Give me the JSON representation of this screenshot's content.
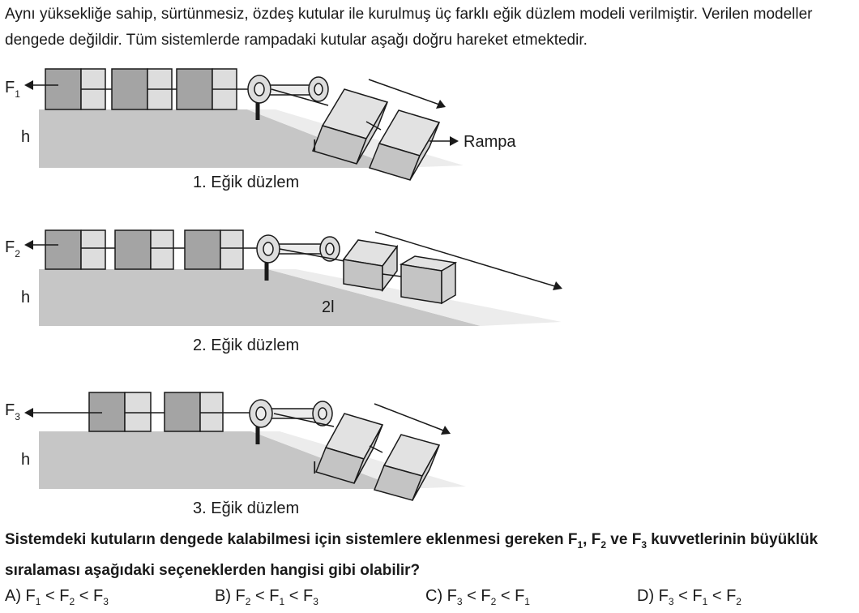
{
  "intro": "Aynı yüksekliğe sahip, sürtünmesiz, özdeş kutular ile kurulmuş üç farklı eğik düzlem modeli verilmiştir. Verilen modeller dengede değildir. Tüm sistemlerde rampadaki kutular aşağı doğru hareket etmektedir.",
  "diagrams": [
    {
      "force_letter": "F",
      "force_index": "1",
      "height_label": "h",
      "length_label": "l",
      "ramp_label": "Rampa",
      "caption": "1. Eğik düzlem"
    },
    {
      "force_letter": "F",
      "force_index": "2",
      "height_label": "h",
      "length_label": "2l",
      "caption": "2. Eğik düzlem"
    },
    {
      "force_letter": "F",
      "force_index": "3",
      "height_label": "h",
      "length_label": "l",
      "caption": "3. Eğik düzlem"
    }
  ],
  "question": {
    "text_before": "Sistemdeki kutuların dengede kalabilmesi için sistemlere eklenmesi gereken F",
    "s1": "1",
    "sep1": ", F",
    "s2": "2",
    "sep2": " ve F",
    "s3": "3",
    "text_after": " kuvvetlerinin büyüklük sıralaması aşağıdaki seçeneklerden hangisi gibi olabilir?"
  },
  "options": [
    {
      "prefix": "A) F",
      "i1": "1",
      "m1": " < F",
      "i2": "2",
      "m2": " < F",
      "i3": "3"
    },
    {
      "prefix": "B) F",
      "i1": "2",
      "m1": " < F",
      "i2": "1",
      "m2": " < F",
      "i3": "3"
    },
    {
      "prefix": "C) F",
      "i1": "3",
      "m1": " < F",
      "i2": "2",
      "m2": " < F",
      "i3": "1"
    },
    {
      "prefix": "D) F",
      "i1": "3",
      "m1": " < F",
      "i2": "1",
      "m2": " < F",
      "i3": "2"
    }
  ],
  "colors": {
    "ground": "#c6c6c6",
    "ramp": "#ececec",
    "box_dark": "#a4a4a4",
    "box_light": "#dddddd",
    "cube_front": "#c4c4c4",
    "cube_top": "#e2e2e2",
    "cube_side": "#d2d2d2",
    "line": "#1a1a1a"
  }
}
